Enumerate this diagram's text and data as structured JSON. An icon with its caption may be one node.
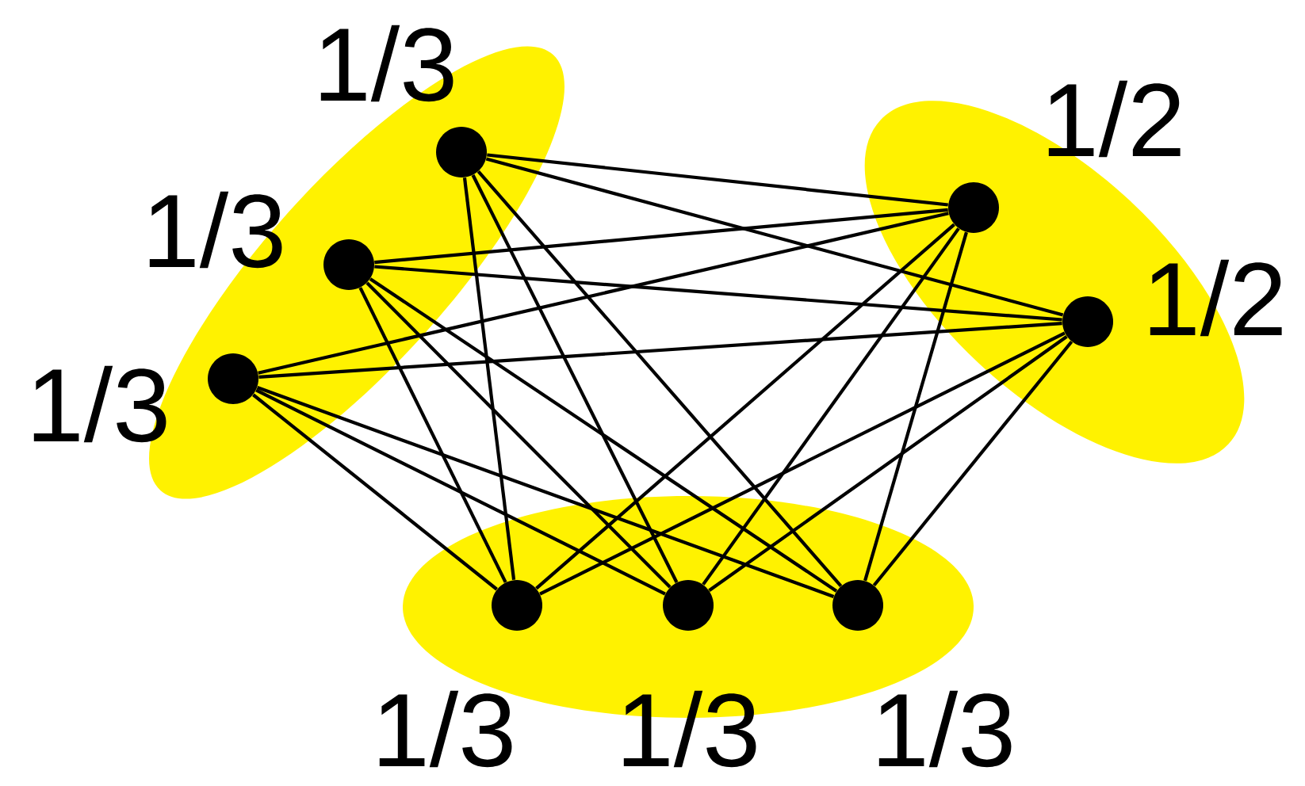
{
  "diagram": {
    "nodes": [
      {
        "text": [],
        "shape": "ellipse"
      },
      {
        "text": [],
        "shape": "circle",
        "in": 0,
        "beside": [
          "1/3"
        ]
      },
      {
        "text": [],
        "shape": "circle",
        "in": 0,
        "beside": [
          "1/3"
        ]
      },
      {
        "text": [],
        "shape": "circle",
        "in": 0,
        "beside": [
          "1/3"
        ]
      },
      {
        "text": [],
        "shape": "ellipse"
      },
      {
        "text": [],
        "shape": "circle",
        "in": 4,
        "beside": [
          "1/2"
        ]
      },
      {
        "text": [],
        "shape": "circle",
        "in": 4,
        "beside": [
          "1/2"
        ]
      },
      {
        "text": [],
        "shape": "ellipse"
      },
      {
        "text": [],
        "shape": "circle",
        "in": 7,
        "beside": [
          "1/3"
        ]
      },
      {
        "text": [],
        "shape": "circle",
        "in": 7,
        "beside": [
          "1/3"
        ]
      },
      {
        "text": [],
        "shape": "circle",
        "in": 7,
        "beside": [
          "1/3"
        ]
      }
    ],
    "edges": [
      {
        "from": 1,
        "to": 5,
        "arrow": "none"
      },
      {
        "from": 1,
        "to": 6,
        "arrow": "none"
      },
      {
        "from": 2,
        "to": 5,
        "arrow": "none"
      },
      {
        "from": 2,
        "to": 6,
        "arrow": "none"
      },
      {
        "from": 3,
        "to": 5,
        "arrow": "none"
      },
      {
        "from": 3,
        "to": 6,
        "arrow": "none"
      },
      {
        "from": 1,
        "to": 8,
        "arrow": "none"
      },
      {
        "from": 1,
        "to": 9,
        "arrow": "none"
      },
      {
        "from": 1,
        "to": 10,
        "arrow": "none"
      },
      {
        "from": 2,
        "to": 8,
        "arrow": "none"
      },
      {
        "from": 2,
        "to": 9,
        "arrow": "none"
      },
      {
        "from": 2,
        "to": 10,
        "arrow": "none"
      },
      {
        "from": 3,
        "to": 8,
        "arrow": "none"
      },
      {
        "from": 3,
        "to": 9,
        "arrow": "none"
      },
      {
        "from": 3,
        "to": 10,
        "arrow": "none"
      },
      {
        "from": 5,
        "to": 8,
        "arrow": "none"
      },
      {
        "from": 5,
        "to": 9,
        "arrow": "none"
      },
      {
        "from": 5,
        "to": 10,
        "arrow": "none"
      },
      {
        "from": 6,
        "to": 8,
        "arrow": "none"
      },
      {
        "from": 6,
        "to": 9,
        "arrow": "none"
      },
      {
        "from": 6,
        "to": 10,
        "arrow": "none"
      }
    ]
  }
}
